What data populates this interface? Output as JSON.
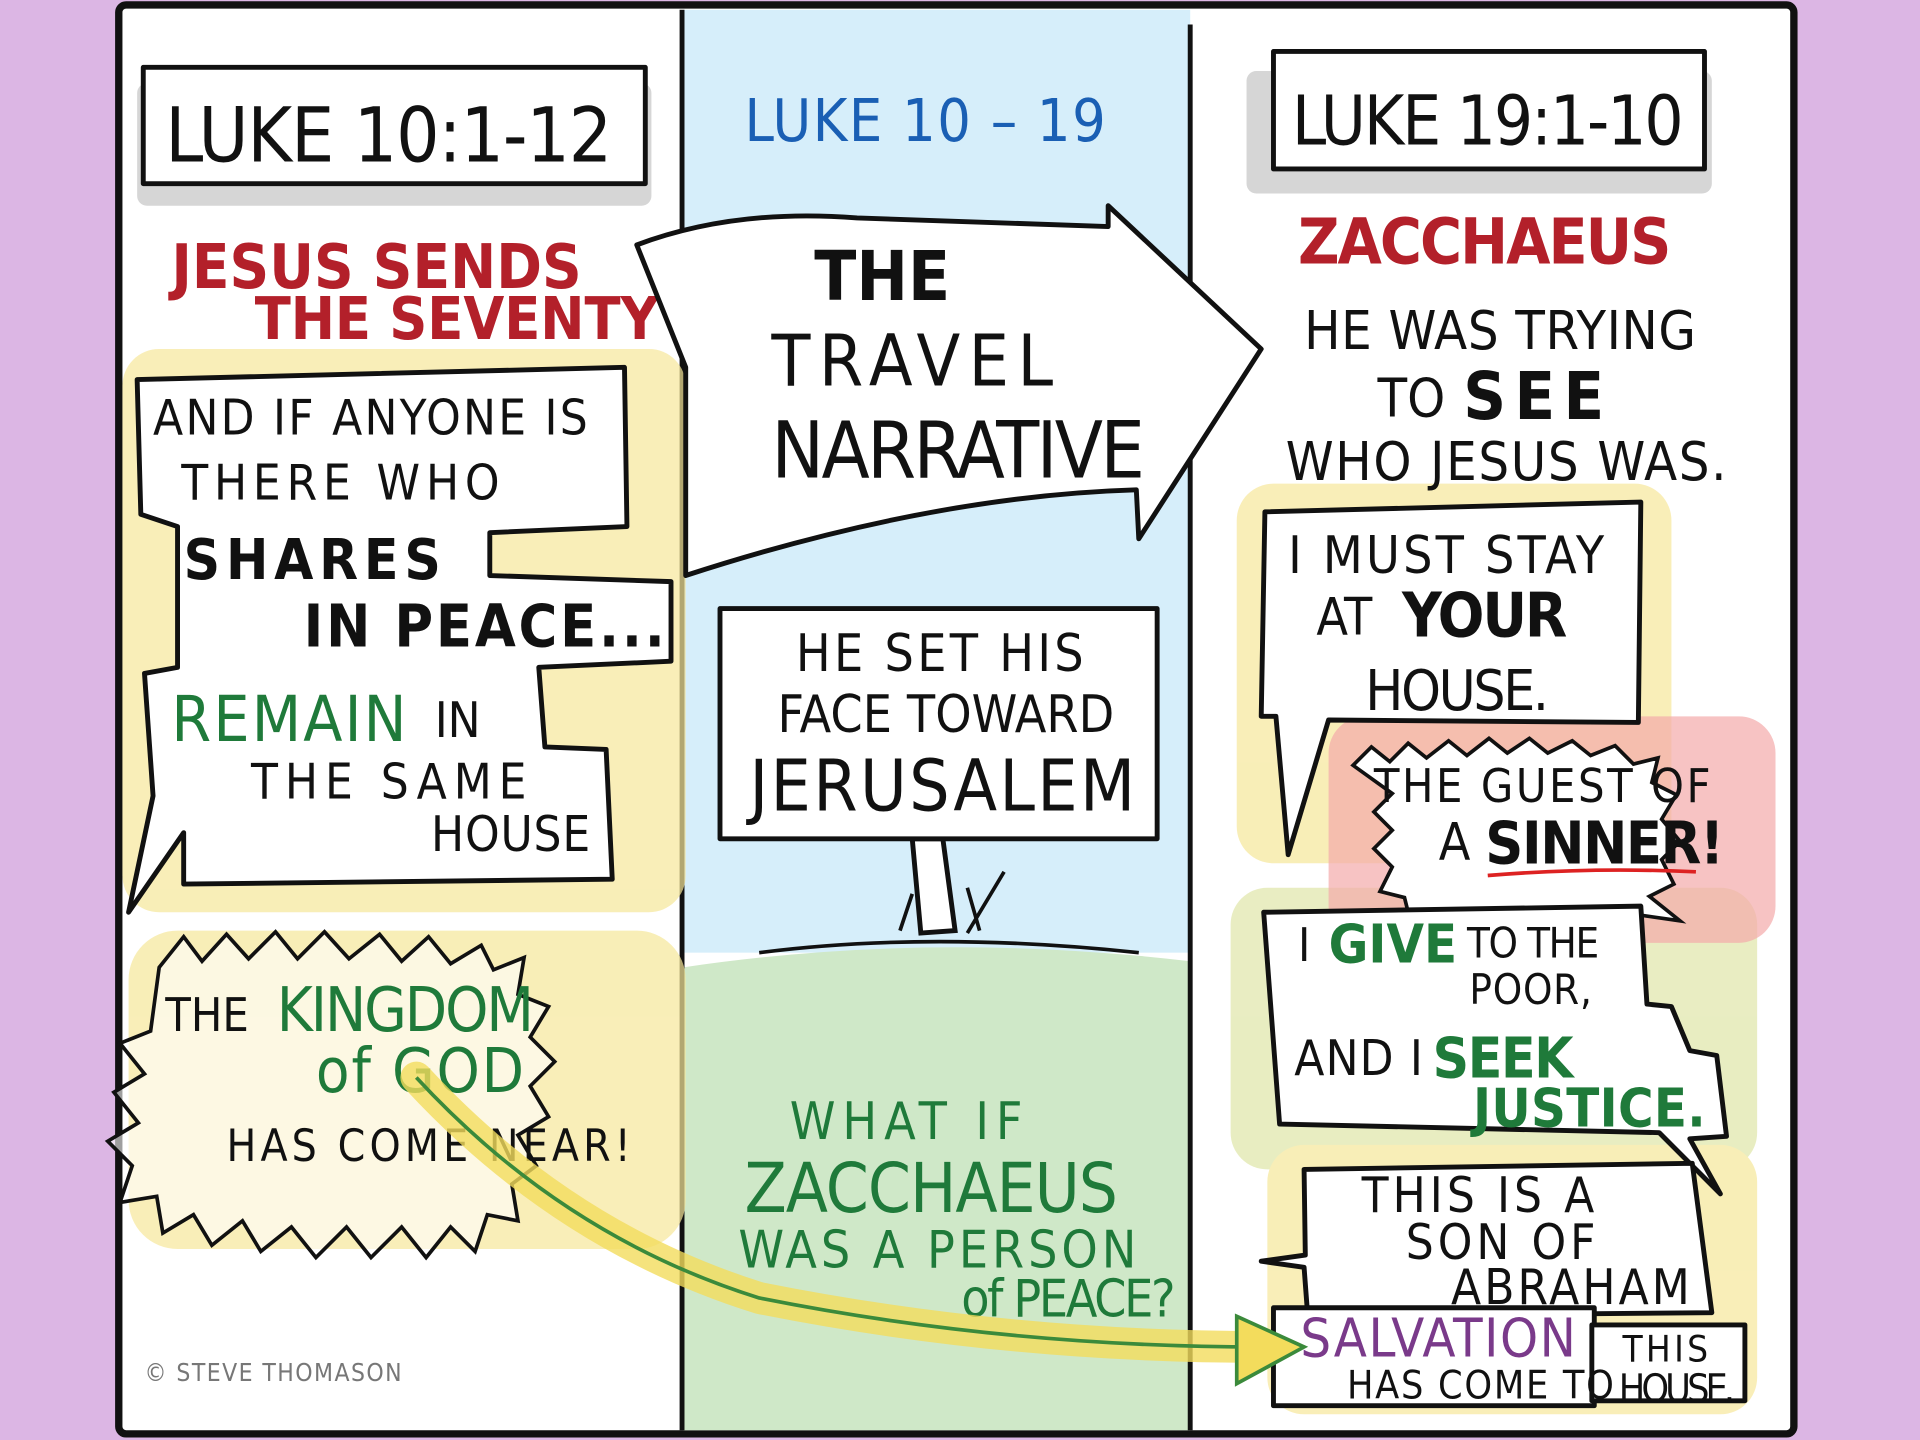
{
  "colors": {
    "background": "#dcb6e4",
    "middle_sky": "#d6eefa",
    "middle_grass": "#cfe8c8",
    "red_text": "#b3202a",
    "green_text": "#1f7a3a",
    "blue_text": "#1a5fb4",
    "highlight_yellow": "#f6e79a"
  },
  "left": {
    "reference": "LUKE 10:1-12",
    "title_line1": "JESUS SENDS",
    "title_line2": "THE SEVENTY",
    "bubble": {
      "line1": "AND IF ANYONE IS",
      "line2": "THERE WHO",
      "line3": "SHARES",
      "line4": "IN PEACE...",
      "line5a": "REMAIN",
      "line5b": "IN",
      "line6": "THE SAME",
      "line7": "HOUSE"
    },
    "kingdom": {
      "line1a": "THE",
      "line1b": "KINGDOM",
      "line2": "of GOD",
      "line3": "HAS COME NEAR!"
    },
    "credit": "© STEVE THOMASON"
  },
  "middle": {
    "reference": "LUKE 10 – 19",
    "arrow_line1": "THE",
    "arrow_line2": "TRAVEL",
    "arrow_line3": "NARRATIVE",
    "sign_line1": "HE SET HIS",
    "sign_line2": "FACE TOWARD",
    "sign_line3": "JERUSALEM",
    "question_line1": "WHAT IF",
    "question_line2": "ZACCHAEUS",
    "question_line3": "WAS A PERSON",
    "question_line4": "of PEACE?"
  },
  "right": {
    "reference": "LUKE 19:1-10",
    "title": "ZACCHAEUS",
    "intro_line1": "HE WAS TRYING",
    "intro_line2a": "TO",
    "intro_line2b": "SEE",
    "intro_line3": "WHO JESUS WAS.",
    "stay_line1": "I MUST STAY",
    "stay_line2a": "AT",
    "stay_line2b": "YOUR",
    "stay_line3": "HOUSE.",
    "guest_line1": "THE GUEST OF",
    "guest_line2a": "A",
    "guest_line2b": "SINNER!",
    "give_line1a": "I",
    "give_line1b": "GIVE",
    "give_line1c": "TO THE",
    "give_line2": "POOR,",
    "give_line3a": "AND I",
    "give_line3b": "SEEK",
    "give_line4": "JUSTICE.",
    "son_line1": "THIS IS A",
    "son_line2": "SON OF",
    "son_line3": "ABRAHAM",
    "salvation_line1": "SALVATION",
    "salvation_line2": "HAS COME TO",
    "salvation_line3a": "THIS",
    "salvation_line3b": "HOUSE."
  }
}
